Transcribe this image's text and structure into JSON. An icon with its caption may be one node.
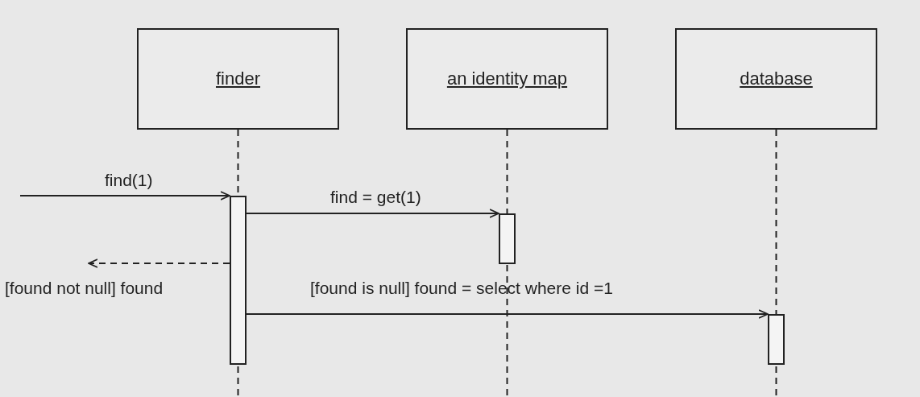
{
  "diagram": {
    "nodes": [
      {
        "text": [
          "finder"
        ]
      },
      {
        "text": [
          "an identity map"
        ]
      },
      {
        "text": [
          "database"
        ]
      },
      {
        "text": [],
        "shape": "bar"
      },
      {
        "text": [],
        "shape": "bar"
      },
      {
        "text": [],
        "shape": "bar"
      }
    ],
    "edges": [
      {
        "from": null,
        "to": 3,
        "arrow": "to",
        "label": "find(1)"
      },
      {
        "from": 3,
        "to": 4,
        "arrow": "to",
        "label": "find = get(1)"
      },
      {
        "from": 3,
        "to": null,
        "arrow": "to",
        "label": "[found not null] found",
        "style": "dashed"
      },
      {
        "from": 3,
        "to": 5,
        "arrow": "to",
        "label": "[found is null] found = select where id =1"
      }
    ]
  }
}
